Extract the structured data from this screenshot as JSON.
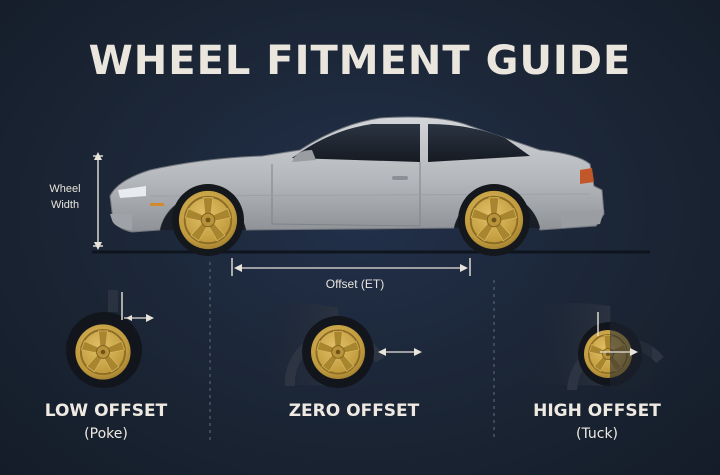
{
  "title": "WHEEL FITMENT GUIDE",
  "labels": {
    "wheel_width_line1": "Wheel",
    "wheel_width_line2": "Width",
    "offset_et": "Offset (ET)"
  },
  "offsets": [
    {
      "name": "LOW OFFSET",
      "sub": "(Poke)"
    },
    {
      "name": "ZERO OFFSET",
      "sub": ""
    },
    {
      "name": "HIGH OFFSET",
      "sub": "(Tuck)"
    }
  ],
  "colors": {
    "background": "#1b2534",
    "car_body": "#b9bcc0",
    "wheel_gold": "#c9a441",
    "tire": "#14181d",
    "text": "#eae6de"
  }
}
